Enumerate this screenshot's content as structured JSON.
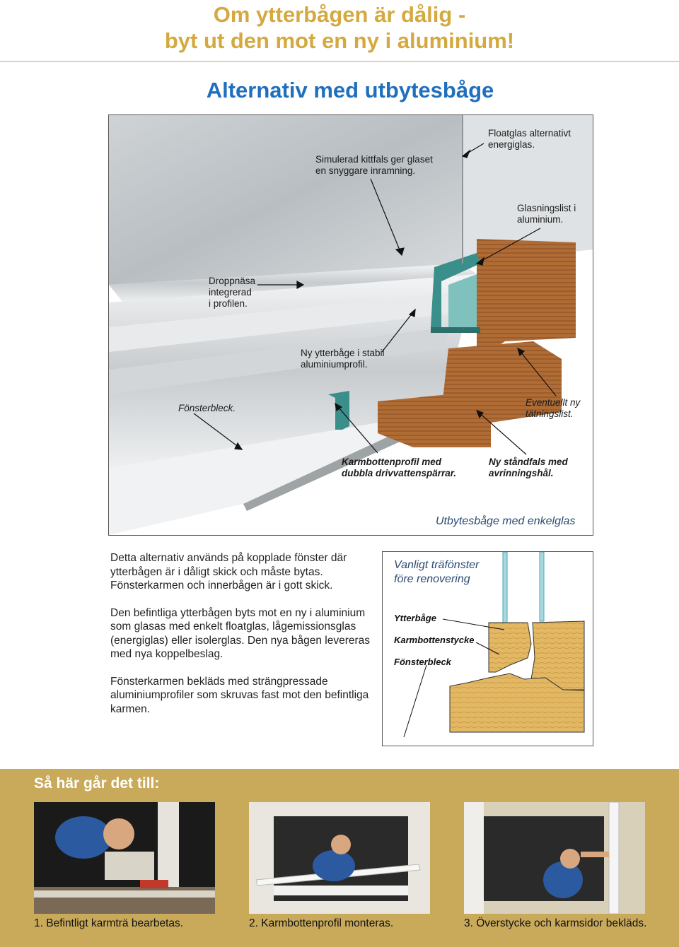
{
  "header": {
    "title_line1": "Om ytterbågen är dålig -",
    "title_line2": "byt ut den mot en ny i aluminium!",
    "subtitle": "Alternativ med utbytesbåge"
  },
  "illustration": {
    "callouts": {
      "simulerad": [
        "Simulerad kittfals ger glaset",
        "en snyggare inramning."
      ],
      "floatglas": [
        "Floatglas alternativt",
        "energiglas."
      ],
      "glasningslist": [
        "Glasningslist i",
        "aluminium."
      ],
      "droppnasa": [
        "Droppnäsa",
        "integrerad",
        "i profilen."
      ],
      "ny_ytterbage": [
        "Ny ytterbåge i stabil",
        "aluminiumprofil."
      ],
      "fonsterbleck": "Fönsterbleck.",
      "eventuellt": [
        "Eventuellt ny",
        "tätningslist."
      ],
      "karmbotten": [
        "Karmbottenprofil med",
        "dubbla drivvattenspärrar."
      ],
      "standfals": [
        "Ny ståndfals med",
        "avrinningshål."
      ]
    },
    "caption": "Utbytesbåge med enkelglas"
  },
  "body": {
    "paragraphs": [
      "Detta alternativ används på kopplade fönster där ytterbågen är i dåligt skick och måste bytas. Fönsterkarmen och innerbågen är i gott skick.",
      "Den befintliga ytterbågen byts mot en ny i aluminium som glasas med enkelt floatglas, lågemissionsglas (energiglas) eller isolerglas. Den nya bågen levereras med nya koppelbeslag.",
      "Fönsterkarmen bekläds med strängpressade aluminiumprofiler som skruvas fast mot den befintliga karmen."
    ]
  },
  "diagram": {
    "title_line1": "Vanligt träfönster",
    "title_line2": "före renovering",
    "labels": [
      "Ytterbåge",
      "Karmbottenstycke",
      "Fönsterbleck"
    ]
  },
  "steps": {
    "title": "Så här går det till:",
    "items": [
      {
        "caption": "1. Befintligt karmträ bearbetas."
      },
      {
        "caption": "2. Karmbottenprofil monteras."
      },
      {
        "caption": "3. Överstycke och karmsidor bekläds."
      }
    ]
  },
  "colors": {
    "title_gold": "#d4a93f",
    "subtitle_blue": "#1f6fbf",
    "band_gold": "#c9aa5b",
    "wood": "#e3b864"
  }
}
